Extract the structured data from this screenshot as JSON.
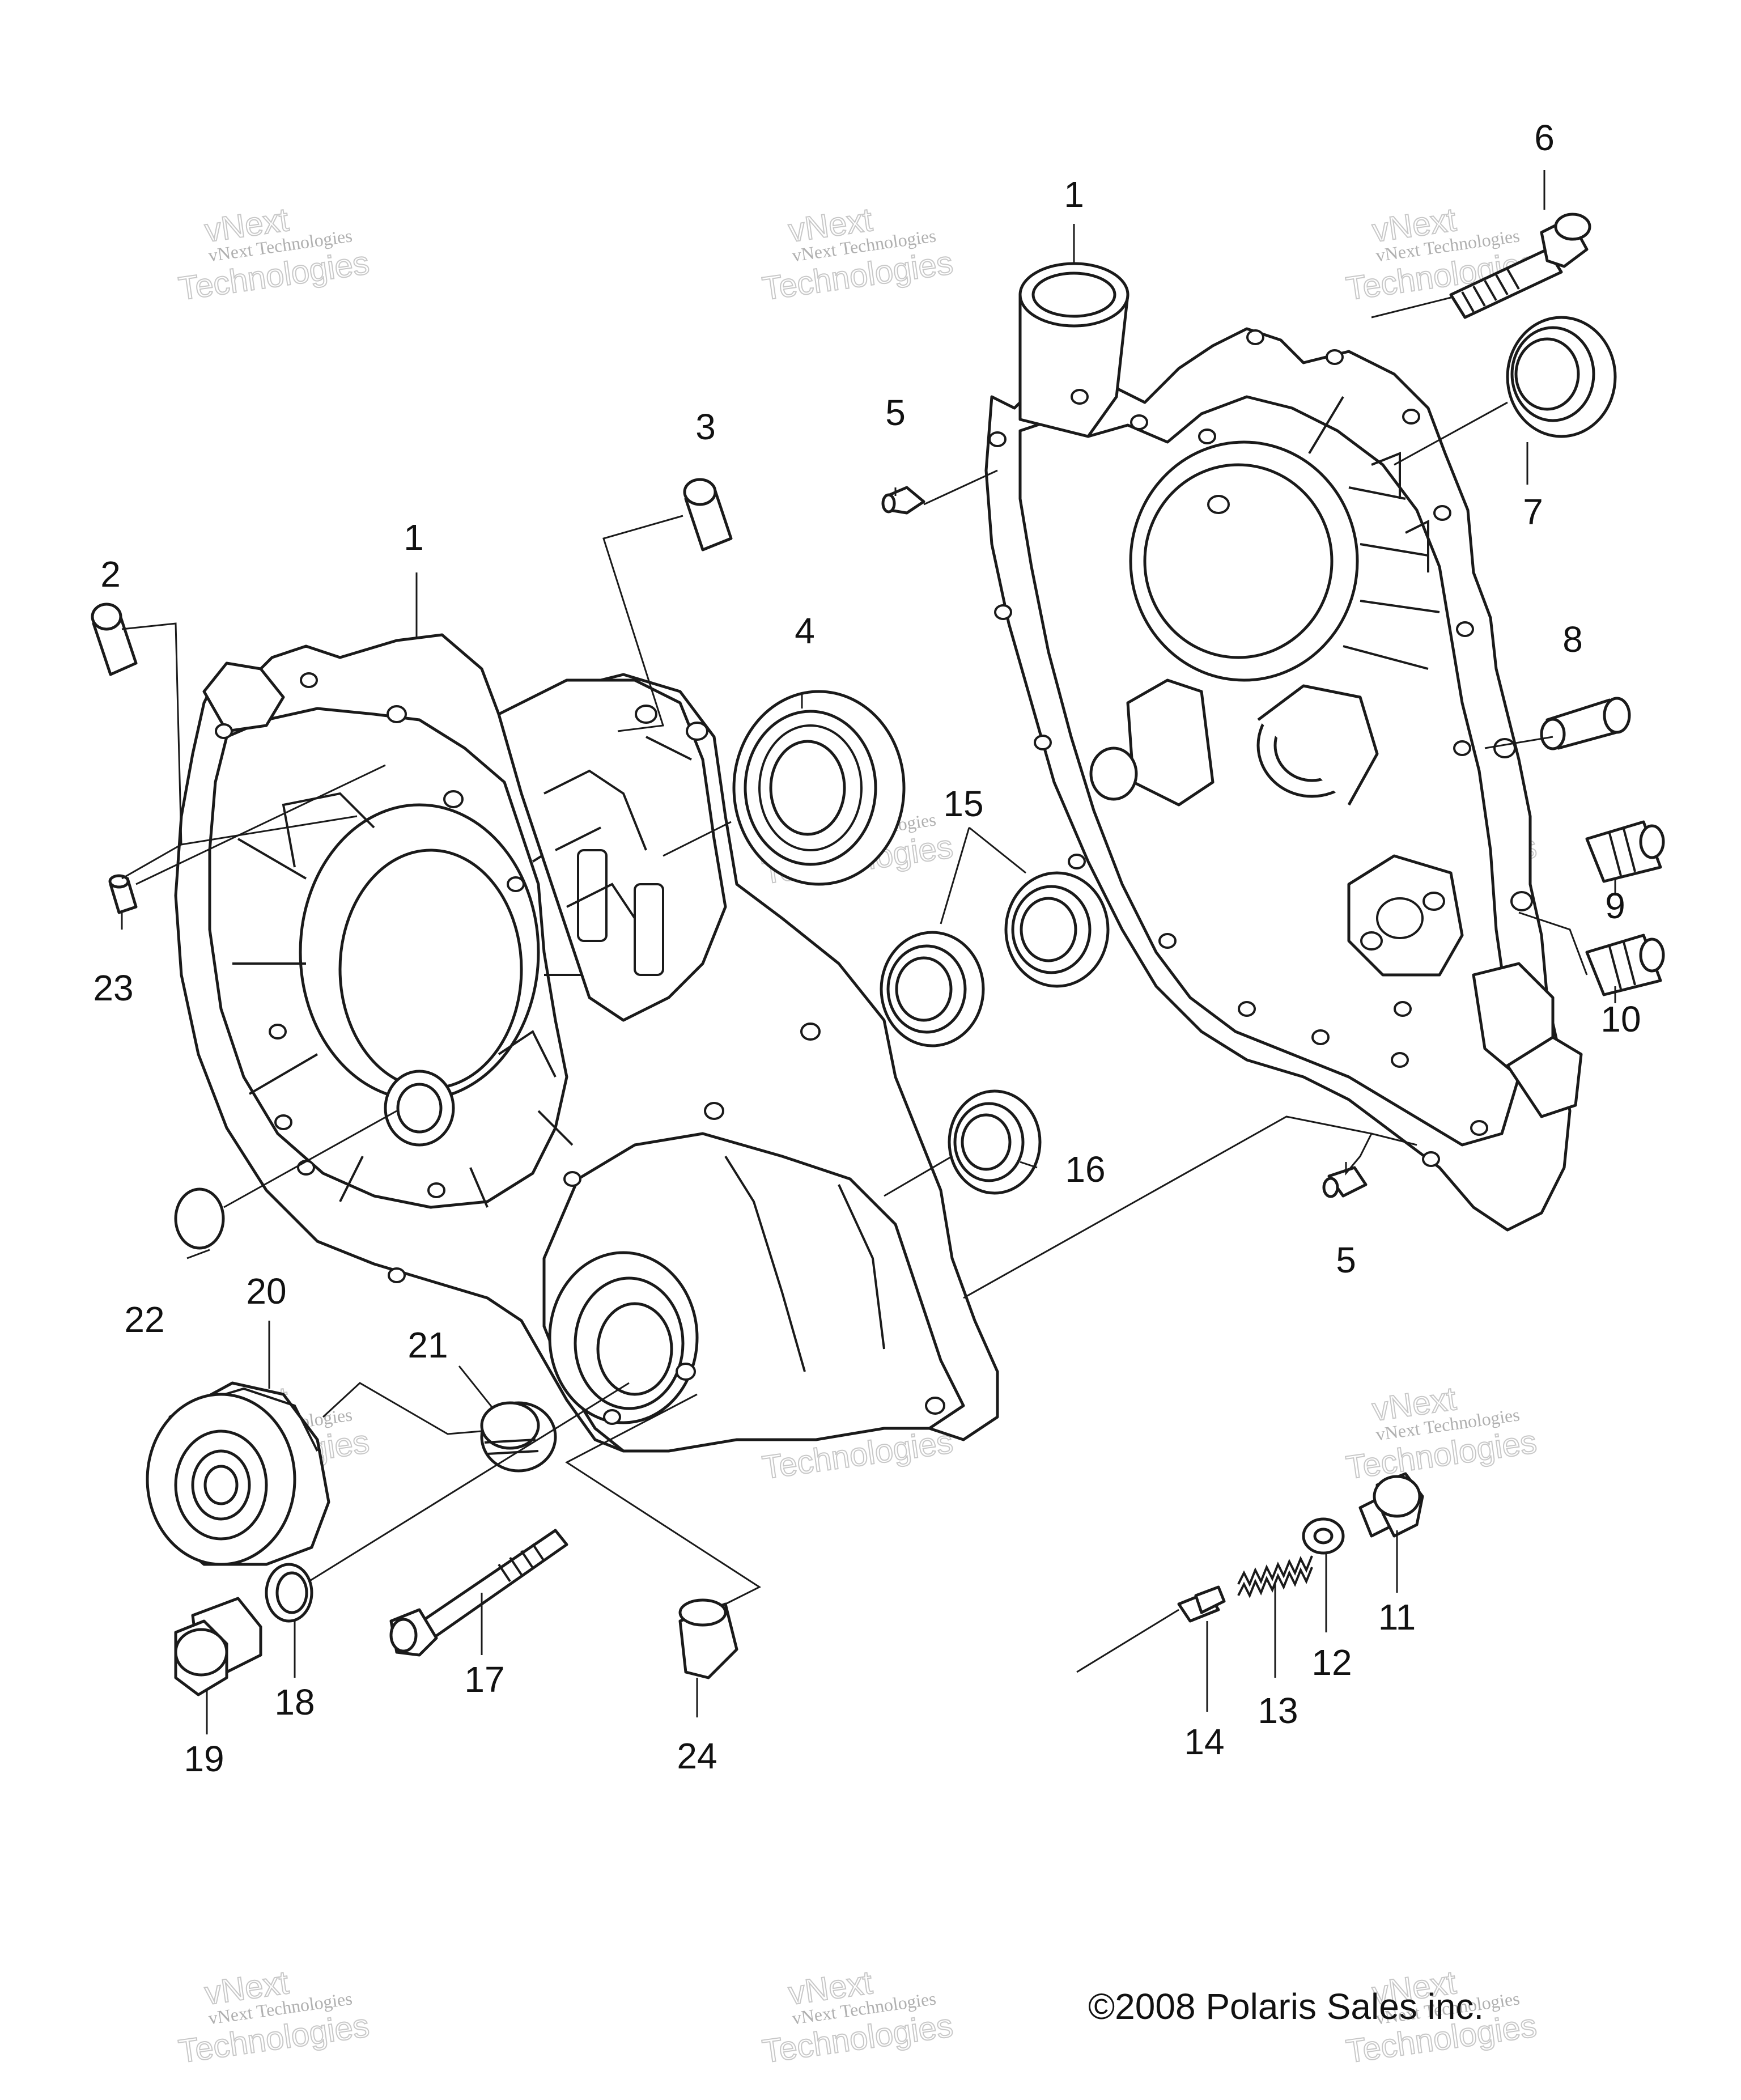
{
  "callouts": [
    "1",
    "1",
    "2",
    "3",
    "4",
    "5",
    "5",
    "6",
    "7",
    "8",
    "9",
    "10",
    "11",
    "12",
    "13",
    "14",
    "15",
    "16",
    "17",
    "18",
    "19",
    "20",
    "21",
    "22",
    "23",
    "24"
  ],
  "copyright": "©2008 Polaris Sales inc.",
  "watermark": {
    "brand_small": "vNext Technologies",
    "brand_large": "Technologies",
    "brand_top": "vNext"
  }
}
